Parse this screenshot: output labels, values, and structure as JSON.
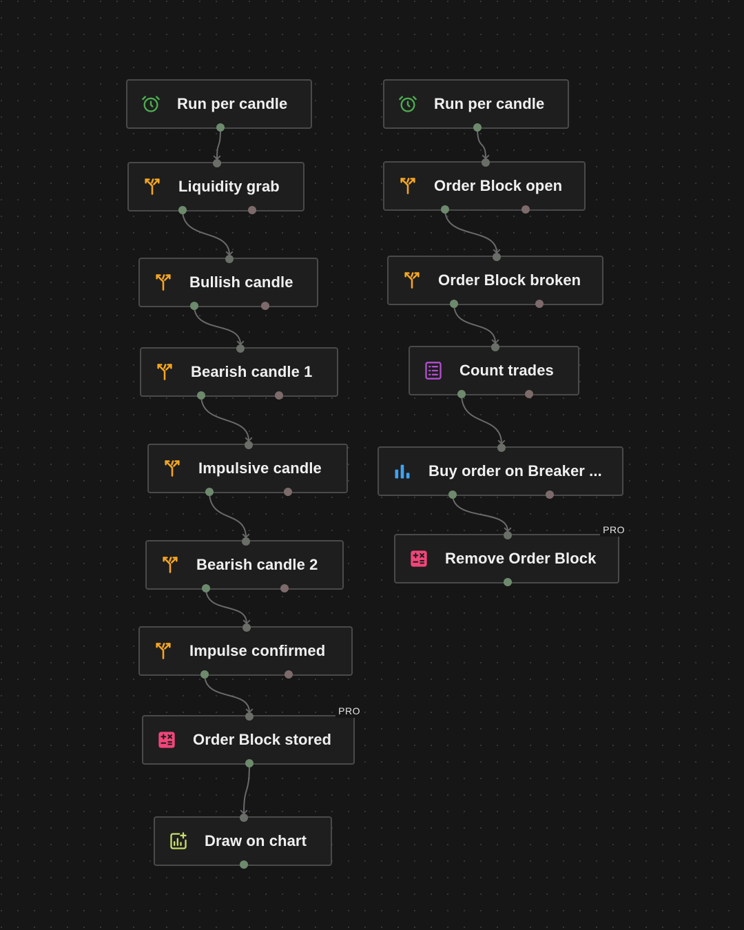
{
  "colors": {
    "background": "#161616",
    "node_fill": "#1e1e1e",
    "node_border": "#4a4a4a",
    "edge": "#6a6a6a",
    "port_true": "#6d8a6d",
    "port_false": "#7d6a6a"
  },
  "nodes": [
    {
      "id": "a1",
      "label": "Run per candle",
      "icon": "alarm-clock-icon",
      "icon_color": "#4caf50"
    },
    {
      "id": "a2",
      "label": "Liquidity grab",
      "icon": "branch-split-icon",
      "icon_color": "#f5a623"
    },
    {
      "id": "a3",
      "label": "Bullish candle",
      "icon": "branch-split-icon",
      "icon_color": "#f5a623"
    },
    {
      "id": "a4",
      "label": "Bearish candle 1",
      "icon": "branch-split-icon",
      "icon_color": "#f5a623"
    },
    {
      "id": "a5",
      "label": "Impulsive candle",
      "icon": "branch-split-icon",
      "icon_color": "#f5a623"
    },
    {
      "id": "a6",
      "label": "Bearish candle 2",
      "icon": "branch-split-icon",
      "icon_color": "#f5a623"
    },
    {
      "id": "a7",
      "label": "Impulse confirmed",
      "icon": "branch-split-icon",
      "icon_color": "#f5a623"
    },
    {
      "id": "a8",
      "label": "Order Block stored",
      "icon": "calculator-icon",
      "icon_color": "#f0467a",
      "badge": "PRO"
    },
    {
      "id": "a9",
      "label": "Draw on chart",
      "icon": "chart-add-icon",
      "icon_color": "#c8e06a"
    },
    {
      "id": "b1",
      "label": "Run per candle",
      "icon": "alarm-clock-icon",
      "icon_color": "#4caf50"
    },
    {
      "id": "b2",
      "label": "Order Block open",
      "icon": "branch-split-icon",
      "icon_color": "#f5a623"
    },
    {
      "id": "b3",
      "label": "Order Block broken",
      "icon": "branch-split-icon",
      "icon_color": "#f5a623"
    },
    {
      "id": "b4",
      "label": "Count trades",
      "icon": "list-icon",
      "icon_color": "#b34fd1"
    },
    {
      "id": "b5",
      "label": "Buy order on Breaker ...",
      "icon": "bar-chart-icon",
      "icon_color": "#3fa3f2"
    },
    {
      "id": "b6",
      "label": "Remove Order Block",
      "icon": "calculator-icon",
      "icon_color": "#f0467a",
      "badge": "PRO"
    }
  ]
}
